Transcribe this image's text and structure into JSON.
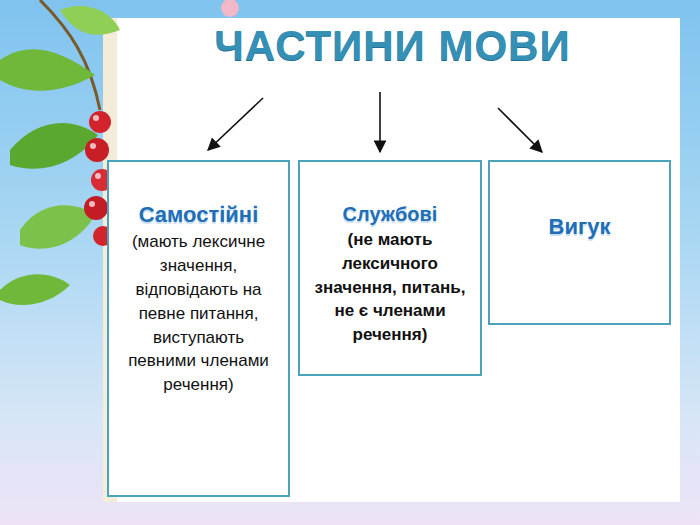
{
  "diagram": {
    "title": "ЧАСТИНИ МОВИ",
    "nodes": [
      {
        "text": [
          "Самостійні",
          "(мають лексичне значення, відповідають на певне питання, виступають певними членами речення)"
        ]
      },
      {
        "text": [
          "Службові",
          "(не мають лексичного значення, питань, не є членами речення)"
        ]
      },
      {
        "text": [
          "Вигук"
        ]
      }
    ]
  }
}
